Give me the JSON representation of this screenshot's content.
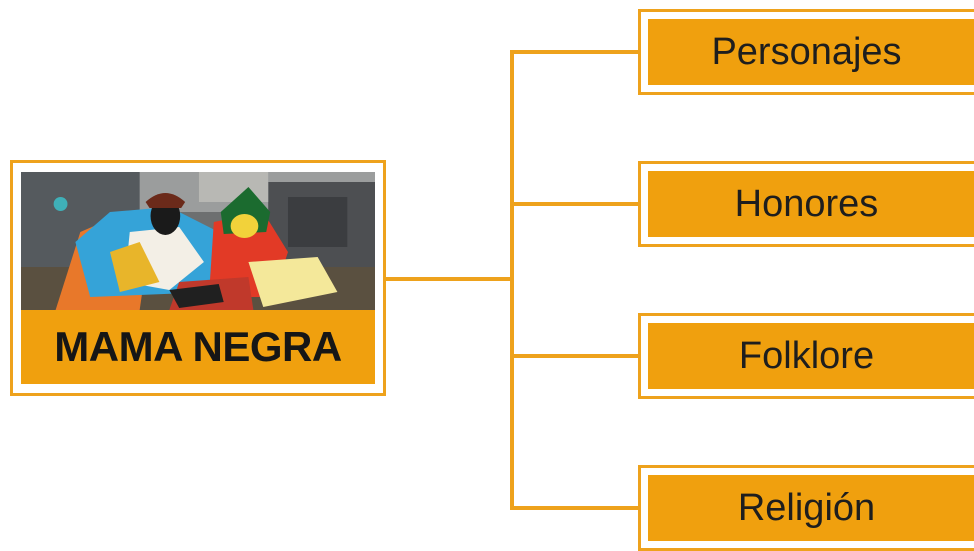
{
  "root": {
    "title": "MAMA NEGRA",
    "image": "festival-dancers-photo"
  },
  "children": [
    {
      "label": "Personajes"
    },
    {
      "label": "Honores"
    },
    {
      "label": "Folklore"
    },
    {
      "label": "Religión"
    }
  ],
  "colors": {
    "accent": "#f0a00e",
    "border": "#eea21c",
    "text": "#1e1e1e",
    "background": "#ffffff"
  }
}
